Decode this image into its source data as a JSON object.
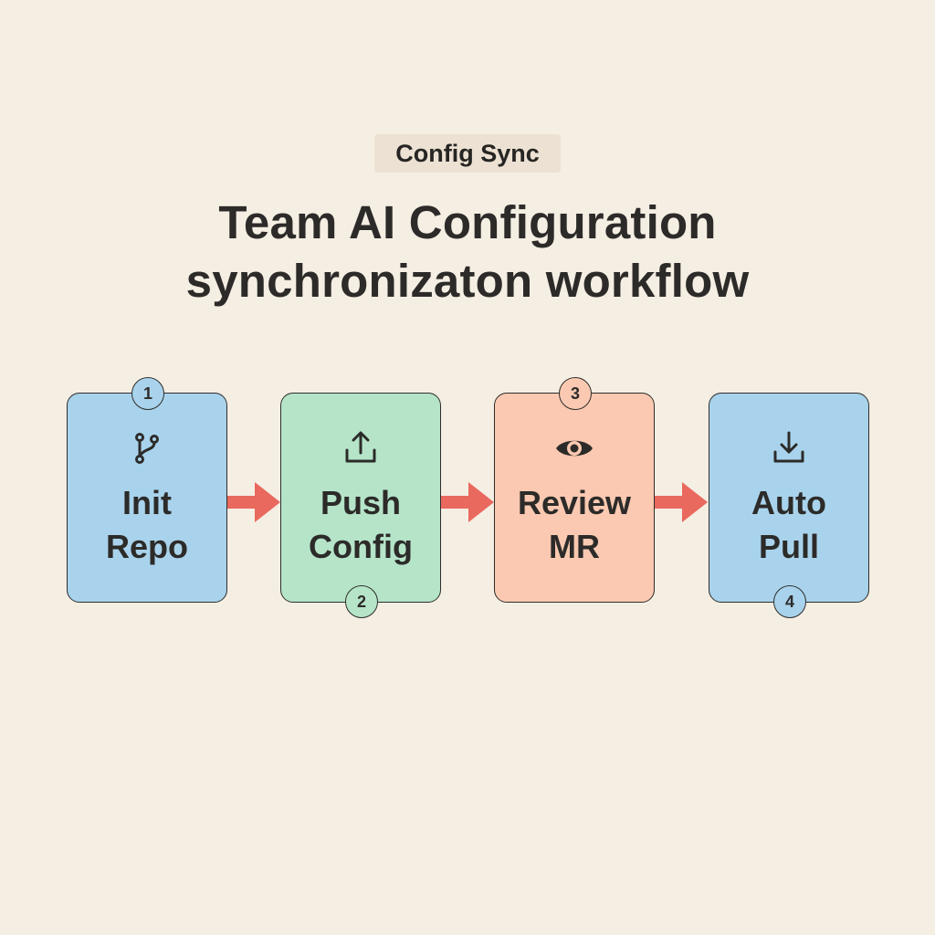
{
  "tag": "Config Sync",
  "title": {
    "line1": "Team AI Configuration",
    "line2": "synchronizaton workflow"
  },
  "colors": {
    "background": "#f5eee3",
    "step1": "#a9d3ec",
    "step2": "#b5e4c9",
    "step3": "#fbc9b1",
    "step4": "#a9d3ec",
    "arrow": "#e9695e"
  },
  "steps": [
    {
      "number": "1",
      "line1": "Init",
      "line2": "Repo",
      "icon": "git-branch-icon",
      "badge_position": "top"
    },
    {
      "number": "2",
      "line1": "Push",
      "line2": "Config",
      "icon": "upload-icon",
      "badge_position": "bottom"
    },
    {
      "number": "3",
      "line1": "Review",
      "line2": "MR",
      "icon": "eye-icon",
      "badge_position": "top"
    },
    {
      "number": "4",
      "line1": "Auto",
      "line2": "Pull",
      "icon": "download-icon",
      "badge_position": "bottom"
    }
  ]
}
